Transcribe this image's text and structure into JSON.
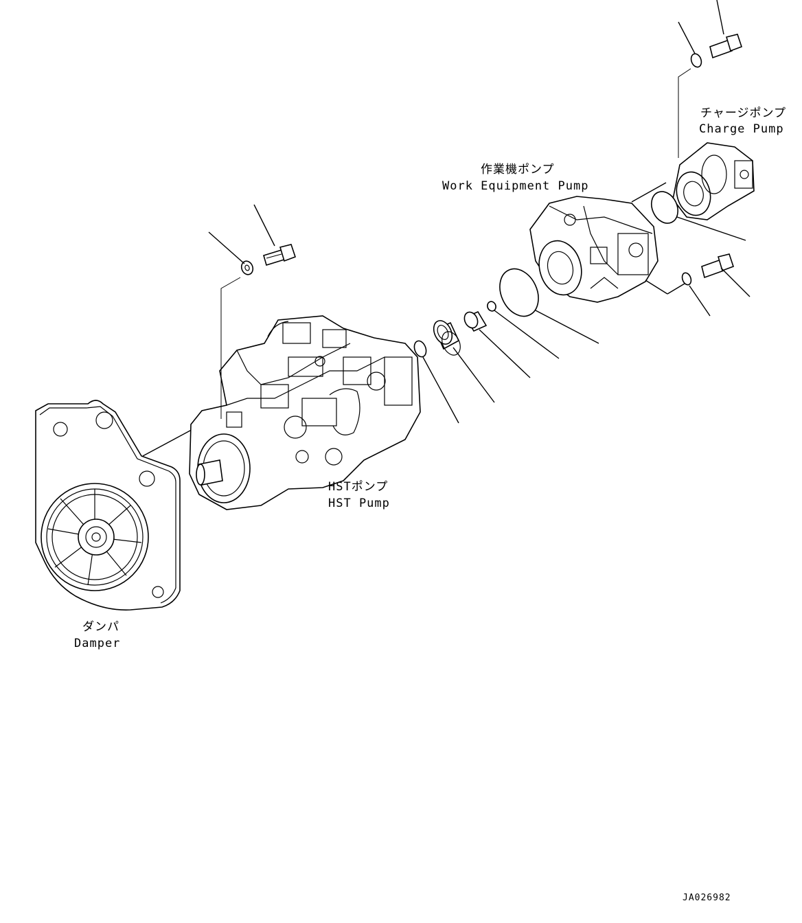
{
  "labels": {
    "charge_pump_jp": "チャージポンプ",
    "charge_pump_en": "Charge Pump",
    "work_pump_jp": "作業機ポンプ",
    "work_pump_en": "Work Equipment Pump",
    "hst_pump_jp": "HSTポンプ",
    "hst_pump_en": "HST Pump",
    "damper_jp": "ダンパ",
    "damper_en": "Damper"
  },
  "figure_id": "JA026982"
}
